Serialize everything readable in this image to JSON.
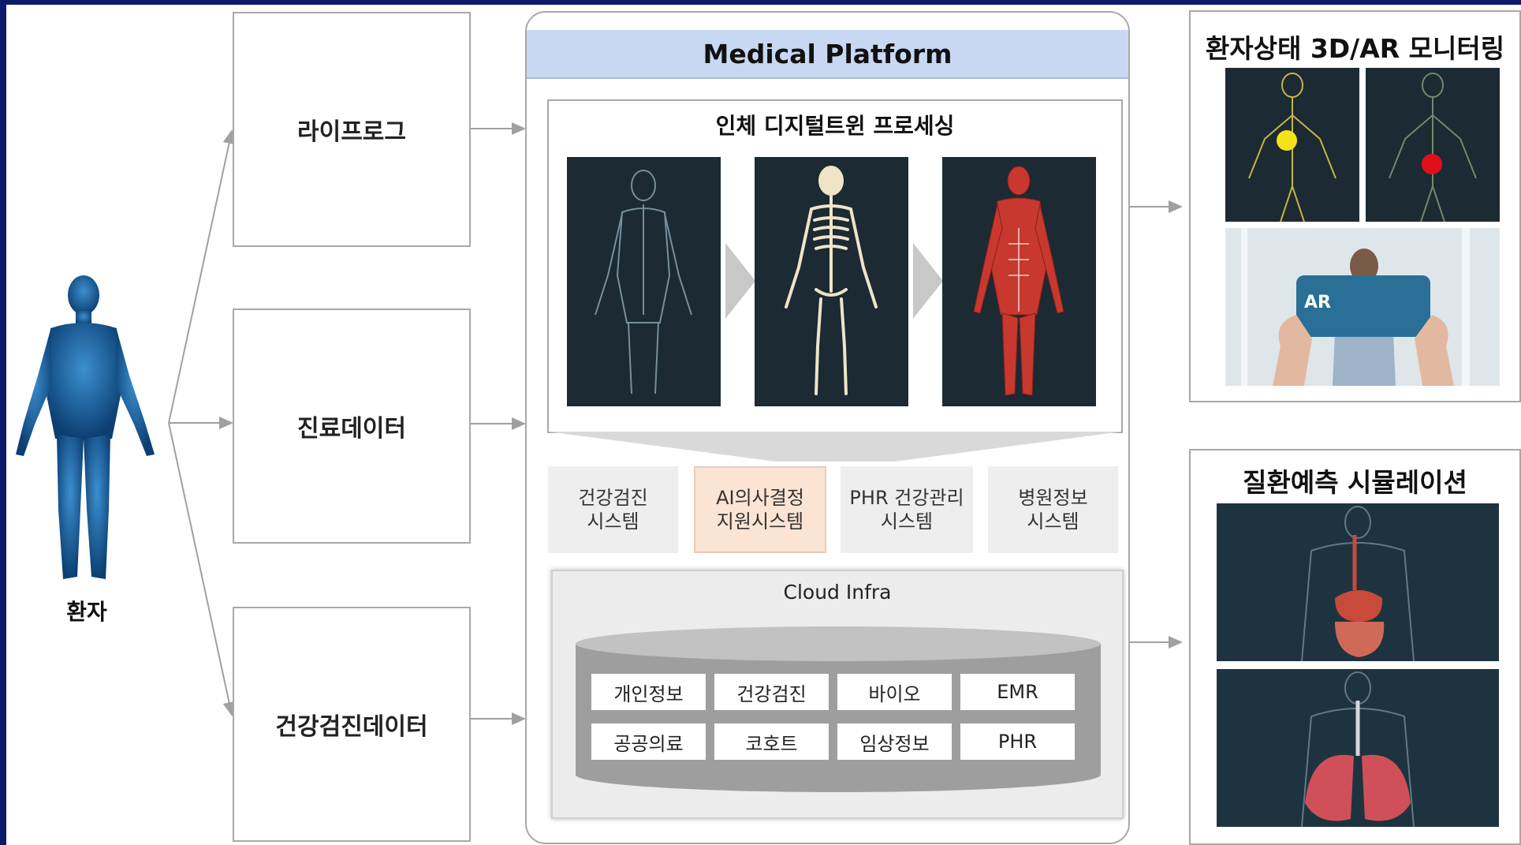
{
  "patient": {
    "label": "환자"
  },
  "sources": [
    {
      "label": "라이프로그"
    },
    {
      "label": "진료데이터"
    },
    {
      "label": "건강검진데이터"
    }
  ],
  "platform": {
    "title": "Medical Platform",
    "digital_twin": {
      "title": "인체 디지털트윈 프로세싱",
      "images": [
        "body-xray-figure",
        "skeleton-figure",
        "muscle-figure"
      ]
    },
    "systems": [
      {
        "line1": "건강검진",
        "line2": "시스템",
        "highlight": false
      },
      {
        "line1": "AI의사결정",
        "line2": "지원시스템",
        "highlight": true
      },
      {
        "line1": "PHR 건강관리",
        "line2": "시스템",
        "highlight": false
      },
      {
        "line1": "병원정보",
        "line2": "시스템",
        "highlight": false
      }
    ],
    "cloud": {
      "title": "Cloud Infra",
      "row1": [
        "개인정보",
        "건강검진",
        "바이오",
        "EMR"
      ],
      "row2": [
        "공공의료",
        "코호트",
        "임상정보",
        "PHR"
      ]
    }
  },
  "outputs": {
    "monitoring": {
      "title": "환자상태 3D/AR 모니터링",
      "ar_badge": "AR"
    },
    "simulation": {
      "title": "질환예측 시뮬레이션"
    }
  },
  "colors": {
    "background": "#0d1b6b",
    "header": "#c9d8f2",
    "highlight": "#fbe4d4",
    "cylinder": "#9e9e9e"
  }
}
